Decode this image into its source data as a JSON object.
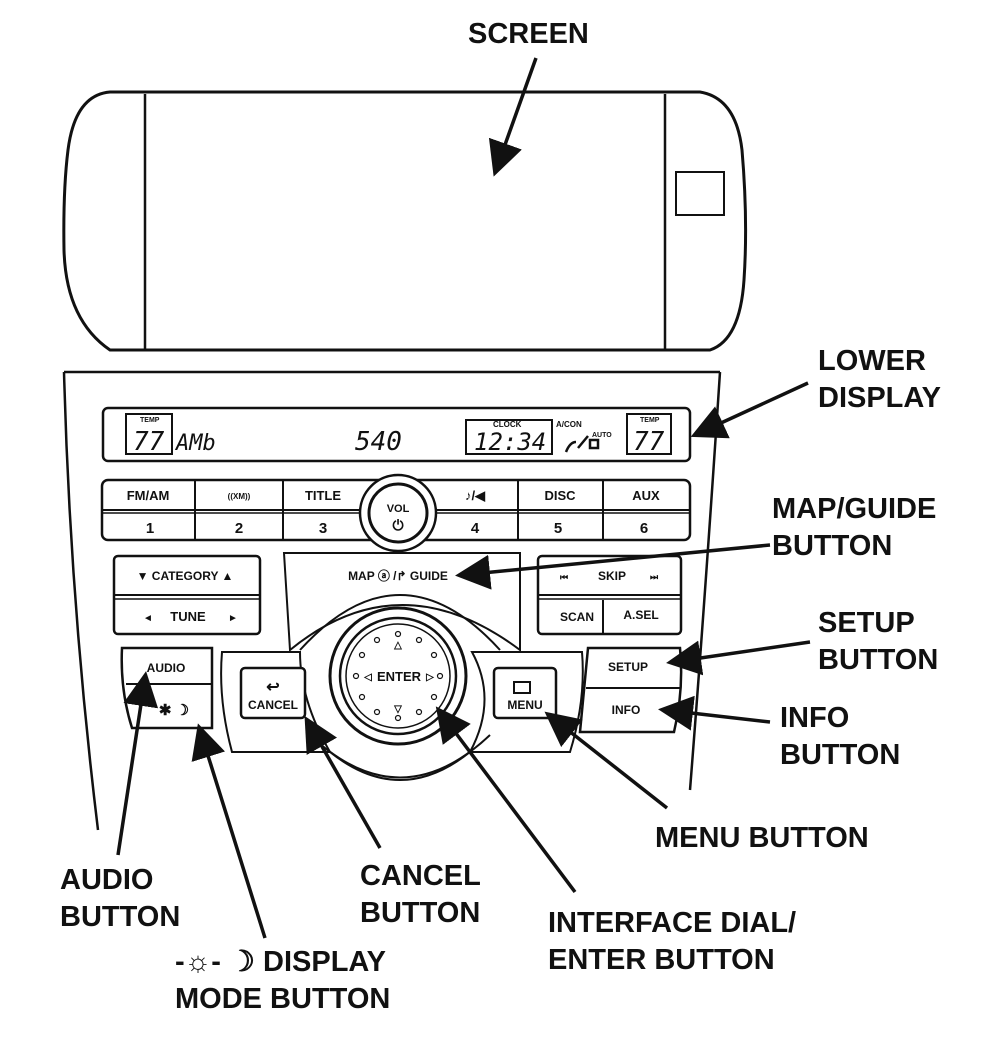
{
  "callouts": {
    "screen": "SCREEN",
    "lower_display": [
      "LOWER",
      "DISPLAY"
    ],
    "map_guide": [
      "MAP/GUIDE",
      "BUTTON"
    ],
    "setup": [
      "SETUP",
      "BUTTON"
    ],
    "info": [
      "INFO",
      "BUTTON"
    ],
    "menu": "MENU BUTTON",
    "audio": [
      "AUDIO",
      "BUTTON"
    ],
    "cancel": [
      "CANCEL",
      "BUTTON"
    ],
    "dial": [
      "INTERFACE DIAL/",
      "ENTER BUTTON"
    ],
    "display_mode": [
      "-☼- ☽ DISPLAY",
      "MODE BUTTON"
    ]
  },
  "lower_display": {
    "temp_label": "TEMP",
    "temp_left": "77",
    "amb": "AMb",
    "freq": "540",
    "clock_label": "CLOCK",
    "clock": "12:34",
    "ac_label": "A/CON",
    "auto_label": "AUTO",
    "temp_right": "77"
  },
  "buttons": {
    "row1": [
      "FM/AM",
      "((XM))",
      "TITLE",
      "♪/◀",
      "DISC",
      "AUX"
    ],
    "presets": [
      "1",
      "2",
      "3",
      "4",
      "5",
      "6"
    ],
    "vol": "VOL",
    "category": "▼ CATEGORY ▲",
    "tune": "TUNE",
    "skip": "SKIP",
    "scan": "SCAN",
    "asel": "A.SEL",
    "map_guide": "MAP ⓐ /↱ GUIDE",
    "audio": "AUDIO",
    "display_mode": "✱ ☽",
    "cancel": "CANCEL",
    "enter": "ENTER",
    "menu": "MENU",
    "setup": "SETUP",
    "info": "INFO"
  },
  "colors": {
    "ink": "#111111",
    "paper": "#ffffff"
  }
}
